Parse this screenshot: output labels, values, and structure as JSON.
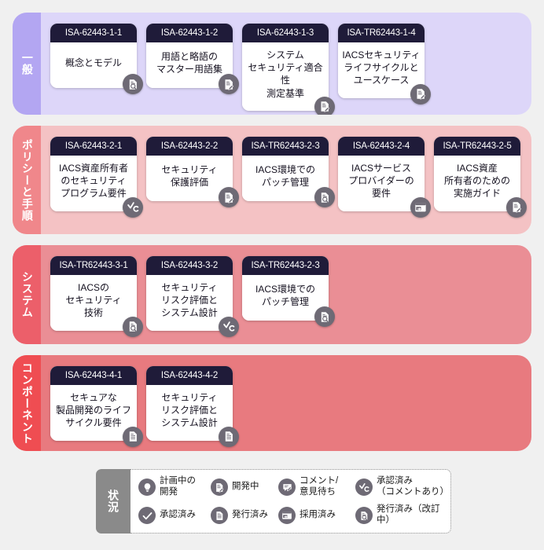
{
  "rows": [
    {
      "label": "一般",
      "band_color": "#b3a6f2",
      "body_color": "#ddd6f9",
      "cards": [
        {
          "code": "ISA-62443-1-1",
          "title": "概念とモデル",
          "status": "published-revision"
        },
        {
          "code": "ISA-62443-1-2",
          "title": "用語と略語の\nマスター用語集",
          "status": "in-development"
        },
        {
          "code": "ISA-62443-1-3",
          "title": "システム\nセキュリティ適合性\n測定基準",
          "status": "in-development"
        },
        {
          "code": "ISA-TR62443-1-4",
          "title": "IACSセキュリティ\nライフサイクルと\nユースケース",
          "status": "in-development"
        }
      ]
    },
    {
      "label": "ポリシーと手順",
      "band_color": "#f0878b",
      "body_color": "#f4c2c4",
      "cards": [
        {
          "code": "ISA-62443-2-1",
          "title": "IACS資産所有者\nのセキュリティ\nプログラム要件",
          "status": "approved-with-comments"
        },
        {
          "code": "ISA-62443-2-2",
          "title": "セキュリティ\n保護評価",
          "status": "in-development"
        },
        {
          "code": "ISA-TR62443-2-3",
          "title": "IACS環境での\nパッチ管理",
          "status": "published-revision"
        },
        {
          "code": "ISA-62443-2-4",
          "title": "IACSサービス\nプロバイダーの\n要件",
          "status": "adopted"
        },
        {
          "code": "ISA-TR62443-2-5",
          "title": "IACS資産\n所有者のための\n実施ガイド",
          "status": "in-development"
        }
      ]
    },
    {
      "label": "システム",
      "band_color": "#ec5f6a",
      "body_color": "#ea8e95",
      "cards": [
        {
          "code": "ISA-TR62443-3-1",
          "title": "IACSの\nセキュリティ\n技術",
          "status": "published-revision"
        },
        {
          "code": "ISA-62443-3-2",
          "title": "セキュリティ\nリスク評価と\nシステム設計",
          "status": "approved-with-comments"
        },
        {
          "code": "ISA-TR62443-2-3",
          "title": "IACS環境での\nパッチ管理",
          "status": "published-revision"
        }
      ]
    },
    {
      "label": "コンポーネント",
      "band_color": "#ef4d52",
      "body_color": "#e87a7f",
      "cards": [
        {
          "code": "ISA-62443-4-1",
          "title": "セキュアな\n製品開発のライフ\nサイクル要件",
          "status": "published"
        },
        {
          "code": "ISA-62443-4-2",
          "title": "セキュリティ\nリスク評価と\nシステム設計",
          "status": "published"
        }
      ]
    }
  ],
  "legend": {
    "label": "状況",
    "items": [
      {
        "icon": "lightbulb-icon",
        "text": "計画中の\n開発",
        "key": "planned"
      },
      {
        "icon": "document-pencil-icon",
        "text": "開発中",
        "key": "in-development"
      },
      {
        "icon": "comment-pencil-icon",
        "text": "コメント/\n意見待ち",
        "key": "awaiting-comment"
      },
      {
        "icon": "check-c-icon",
        "text": "承認済み\n（コメントあり）",
        "key": "approved-with-comments"
      },
      {
        "icon": "check-icon",
        "text": "承認済み",
        "key": "approved"
      },
      {
        "icon": "document-icon",
        "text": "発行済み",
        "key": "published"
      },
      {
        "icon": "window-arrow-icon",
        "text": "採用済み",
        "key": "adopted"
      },
      {
        "icon": "document-magnifier-icon",
        "text": "発行済み（改訂中）",
        "key": "published-revision"
      }
    ]
  },
  "colors": {
    "page_background": "#f0f0f0",
    "card_header": "#1f1b39",
    "badge_gray": "#6e6a75",
    "legend_label_gray": "#8a8a8a"
  }
}
